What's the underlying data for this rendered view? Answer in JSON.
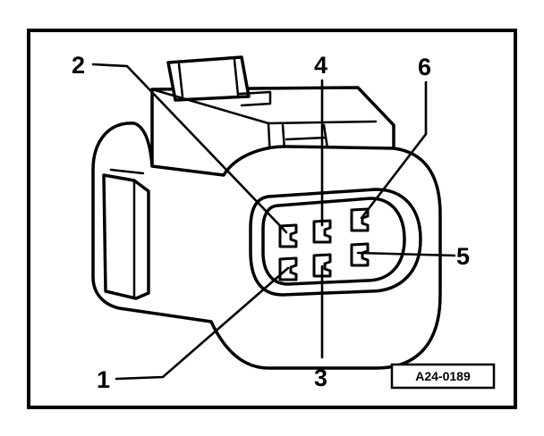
{
  "figure": {
    "reference_code": "A24-0189",
    "callouts": [
      {
        "id": "1",
        "label": "1"
      },
      {
        "id": "2",
        "label": "2"
      },
      {
        "id": "3",
        "label": "3"
      },
      {
        "id": "4",
        "label": "4"
      },
      {
        "id": "5",
        "label": "5"
      },
      {
        "id": "6",
        "label": "6"
      }
    ],
    "colors": {
      "ink": "#000000",
      "paper": "#ffffff"
    }
  }
}
